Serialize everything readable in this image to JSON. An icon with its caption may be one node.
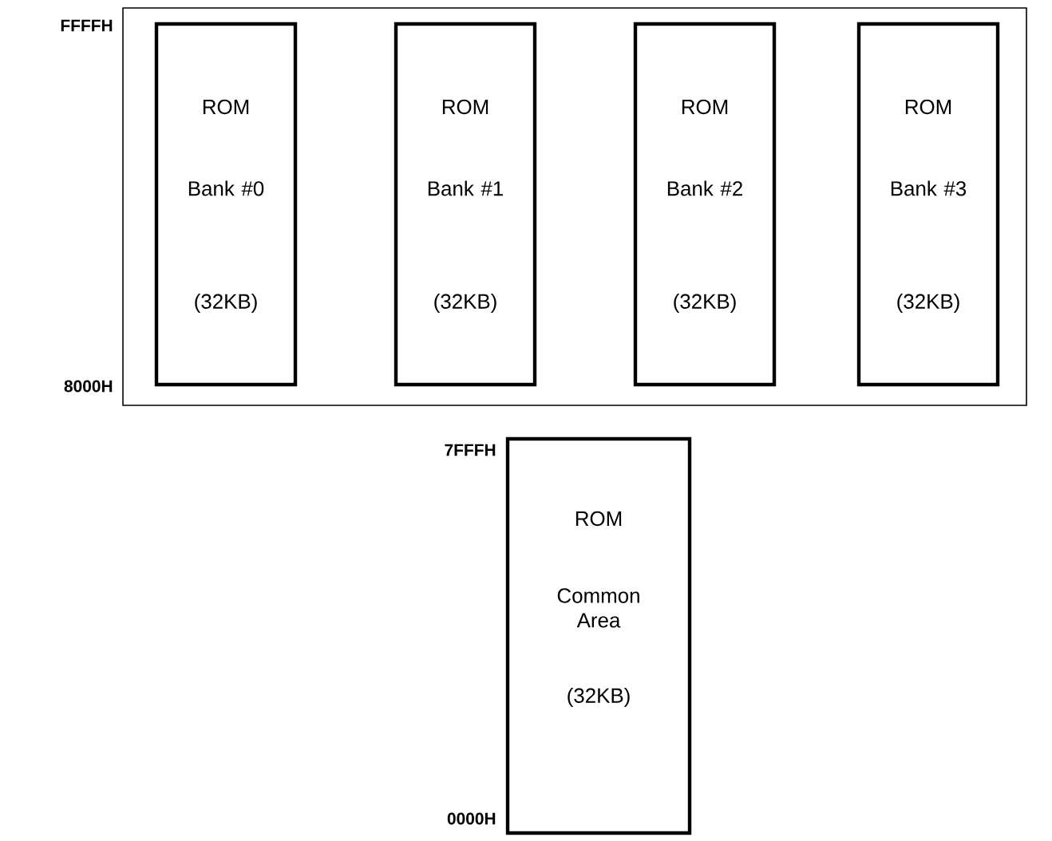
{
  "diagram": {
    "nodes": [
      {
        "text": [],
        "shape": "box",
        "beside": [
          "FFFFH",
          "8000H"
        ]
      },
      {
        "text": [
          "ROM",
          "Bank #0",
          "(32KB)"
        ],
        "in": 0
      },
      {
        "text": [
          "ROM",
          "Bank #1",
          "(32KB)"
        ],
        "in": 0
      },
      {
        "text": [
          "ROM",
          "Bank #2",
          "(32KB)"
        ],
        "in": 0
      },
      {
        "text": [
          "ROM",
          "Bank #3",
          "(32KB)"
        ],
        "in": 0
      },
      {
        "text": [
          "ROM",
          "Common Area",
          "(32KB)"
        ],
        "beside": [
          "7FFFH",
          "0000H"
        ]
      }
    ],
    "edges": []
  }
}
